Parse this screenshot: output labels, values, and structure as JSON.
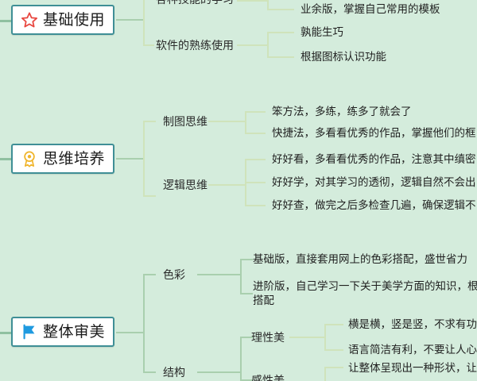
{
  "app": {
    "type": "mindmap",
    "background_color": "#d4ecdc",
    "root_box_border_color": "#3f8f96",
    "root_box_fill_color": "#ffffff",
    "connector_color": "#a9cfae",
    "connector_pale_color": "#cfe3bb"
  },
  "branches": [
    {
      "id": "basic-usage",
      "label": "基础使用",
      "icon": "star-icon",
      "icon_color": "#e8463f",
      "children": [
        {
          "label": "各种技能的学习",
          "children": [
            {
              "label": "业余版，掌握自己常用的模板"
            }
          ]
        },
        {
          "label": "软件的熟练使用",
          "children": [
            {
              "label": "孰能生巧"
            },
            {
              "label": "根据图标认识功能"
            }
          ]
        }
      ]
    },
    {
      "id": "thinking-cultivation",
      "label": "思维培养",
      "icon": "award-ribbon-icon",
      "icon_color": "#f0b429",
      "children": [
        {
          "label": "制图思维",
          "children": [
            {
              "label": "笨方法，多练，练多了就会了"
            },
            {
              "label": "快捷法，多看看优秀的作品，掌握他们的框"
            }
          ]
        },
        {
          "label": "逻辑思维",
          "children": [
            {
              "label": "好好看，多看看优秀的作品，注意其中缜密"
            },
            {
              "label": "好好学，对其学习的透彻，逻辑自然不会出"
            },
            {
              "label": "好好查，做完之后多检查几遍，确保逻辑不"
            }
          ]
        }
      ]
    },
    {
      "id": "overall-aesthetics",
      "label": "整体审美",
      "icon": "flag-icon",
      "icon_color": "#1f9ae0",
      "children": [
        {
          "label": "色彩",
          "children": [
            {
              "label": "基础版，直接套用网上的色彩搭配，盛世省力"
            },
            {
              "label": "进阶版，自己学习一下关于美学方面的知识，根据内容搭配"
            }
          ]
        },
        {
          "label": "结构",
          "children": [
            {
              "label": "理性美",
              "children": [
                {
                  "label": "横是横，竖是竖，不求有功"
                },
                {
                  "label": "语言简洁有利，不要让人心"
                }
              ]
            },
            {
              "label": "感性美",
              "children": [
                {
                  "label": "让整体呈现出一种形状，让"
                }
              ]
            }
          ]
        }
      ]
    }
  ]
}
